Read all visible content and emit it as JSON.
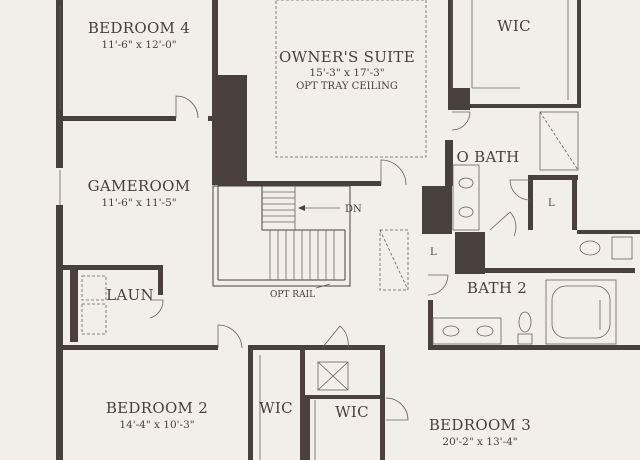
{
  "rooms": {
    "bedroom4": {
      "name": "BEDROOM 4",
      "dims": "11'-6\" x 12'-0\""
    },
    "owners_suite": {
      "name": "OWNER'S SUITE",
      "dims": "15'-3\" x 17'-3\"",
      "note": "OPT TRAY CEILING"
    },
    "wic_owner": {
      "name": "WIC"
    },
    "o_bath": {
      "name": "O BATH"
    },
    "gameroom": {
      "name": "GAMEROOM",
      "dims": "11'-6\" x 11'-5\""
    },
    "laun": {
      "name": "LAUN"
    },
    "bath2": {
      "name": "BATH 2"
    },
    "bedroom2": {
      "name": "BEDROOM 2",
      "dims": "14'-4\" x 10'-3\""
    },
    "wic_bed2": {
      "name": "WIC"
    },
    "wic_bed3": {
      "name": "WIC"
    },
    "bedroom3": {
      "name": "BEDROOM 3",
      "dims": "20'-2\" x 13'-4\""
    }
  },
  "annotations": {
    "stairs_dn": "DN",
    "opt_rail": "OPT RAIL",
    "linen1": "L",
    "linen2": "L"
  }
}
